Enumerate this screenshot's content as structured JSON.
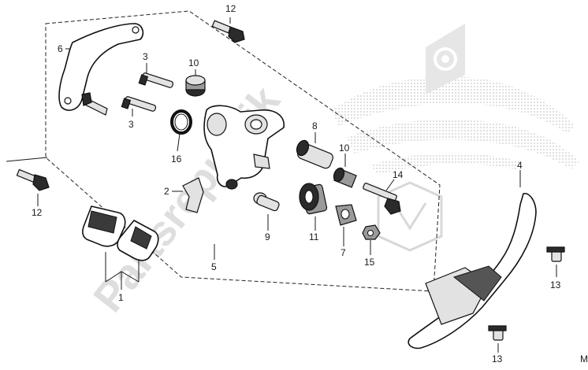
{
  "watermark": {
    "text": "Partsrepublik"
  },
  "corner_mark": "M",
  "parts": [
    {
      "label": "1"
    },
    {
      "label": "2"
    },
    {
      "label": "3"
    },
    {
      "label": "3"
    },
    {
      "label": "4"
    },
    {
      "label": "5"
    },
    {
      "label": "6"
    },
    {
      "label": "7"
    },
    {
      "label": "8"
    },
    {
      "label": "9"
    },
    {
      "label": "10"
    },
    {
      "label": "10"
    },
    {
      "label": "11"
    },
    {
      "label": "12"
    },
    {
      "label": "12"
    },
    {
      "label": "13"
    },
    {
      "label": "13"
    },
    {
      "label": "14"
    },
    {
      "label": "15"
    },
    {
      "label": "16"
    }
  ],
  "colors": {
    "line": "#1a1a1a",
    "watermark": "#d4d4d4",
    "part_fill": "#ffffff"
  }
}
